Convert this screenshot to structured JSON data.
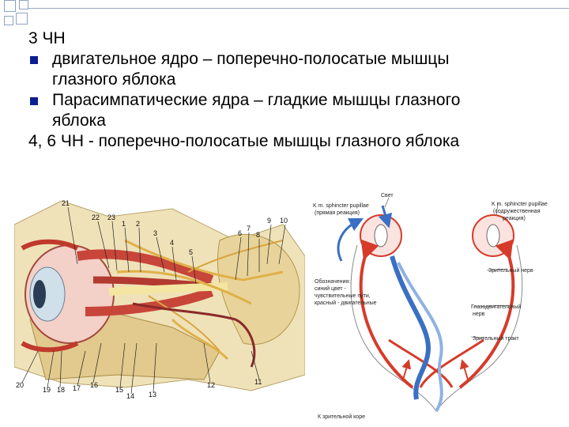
{
  "slide": {
    "heading": "3 ЧН",
    "bullets": [
      {
        "line1": "двигательное ядро – поперечно-полосатые мышцы",
        "line2": "глазного яблока"
      },
      {
        "line1": "Парасимпатические ядра – гладкие мышцы глазного",
        "line2": "яблока"
      }
    ],
    "footer_line": "4, 6 ЧН - поперечно-полосатые мышцы глазного яблока"
  },
  "figure_left": {
    "labels": [
      "21",
      "22",
      "23",
      "1",
      "2",
      "3",
      "4",
      "5",
      "6",
      "7",
      "8",
      "9",
      "10",
      "20",
      "19",
      "18",
      "17",
      "16",
      "15",
      "14",
      "13",
      "12",
      "11"
    ]
  },
  "figure_right": {
    "label_light": "Свет",
    "label_direct_1": "K m. sphincter pupillae",
    "label_direct_2": "(прямая реакция)",
    "label_consensual_1": "K m. sphincter pupillae",
    "label_consensual_2": "(содружественная",
    "label_consensual_3": "реакция)",
    "label_optic_nerve": "Зрительный нерв",
    "label_legend_1": "Обозначения:",
    "label_legend_2": "синий цвет -",
    "label_legend_3": "чувствительные пути,",
    "label_legend_4": "красный - двигательные",
    "label_oculomotor_1": "Глазодвигательный",
    "label_oculomotor_2": "нерв",
    "label_optic_tract": "Зрительный тракт",
    "label_cortex": "К зрительной коре",
    "colors": {
      "motor": "#d63b2a",
      "sensory": "#3a6fc4"
    }
  }
}
